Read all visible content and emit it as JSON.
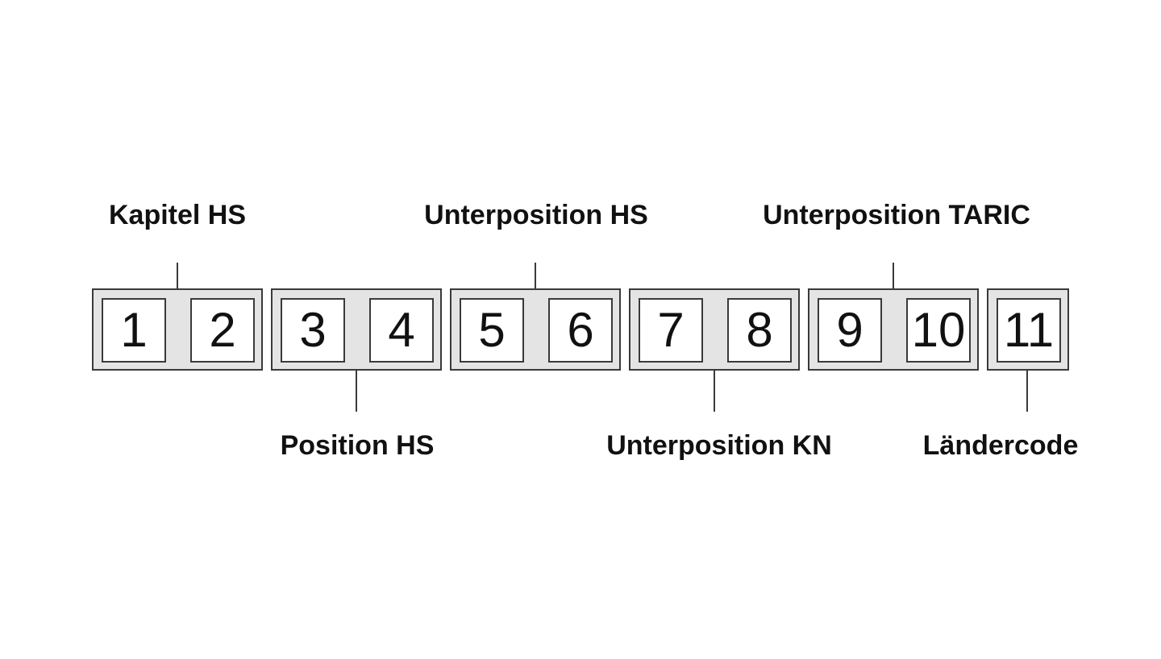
{
  "labels": {
    "kapitel_hs": "Kapitel HS",
    "position_hs": "Position HS",
    "unterposition_hs": "Unterposition HS",
    "unterposition_kn": "Unterposition KN",
    "unterposition_taric": "Unterposition TARIC",
    "laendercode": "Ländercode"
  },
  "digits": [
    "1",
    "2",
    "3",
    "4",
    "5",
    "6",
    "7",
    "8",
    "9",
    "10",
    "11"
  ],
  "colors": {
    "group_fill": "#e4e4e4",
    "box_fill": "#ffffff",
    "stroke": "#3a3a3a",
    "text": "#111111"
  }
}
